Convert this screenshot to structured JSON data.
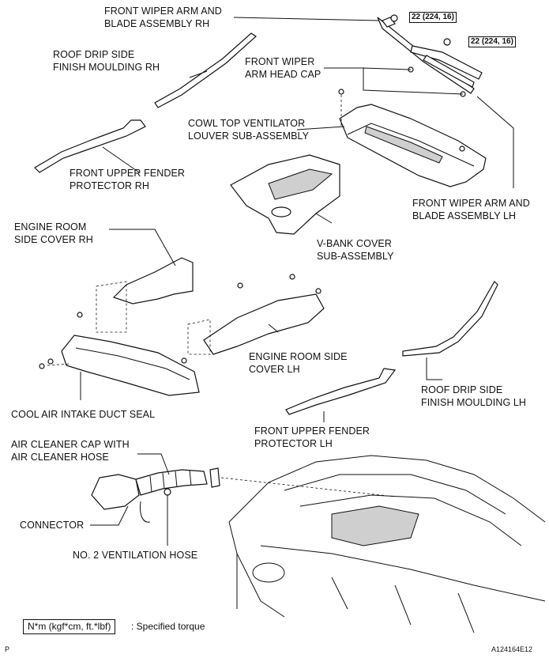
{
  "labels": {
    "wiper_rh": [
      "FRONT WIPER ARM AND",
      "BLADE ASSEMBLY RH"
    ],
    "roof_drip_rh": [
      "ROOF DRIP SIDE",
      "FINISH MOULDING RH"
    ],
    "head_cap": [
      "FRONT WIPER",
      "ARM HEAD CAP"
    ],
    "cowl_louver": [
      "COWL TOP VENTILATOR",
      "LOUVER SUB-ASSEMBLY"
    ],
    "fender_prot_rh": [
      "FRONT UPPER FENDER",
      "PROTECTOR RH"
    ],
    "wiper_lh": [
      "FRONT WIPER ARM AND",
      "BLADE ASSEMBLY LH"
    ],
    "engine_side_rh": [
      "ENGINE ROOM",
      "SIDE COVER RH"
    ],
    "vbank_cover": [
      "V-BANK COVER",
      "SUB-ASSEMBLY"
    ],
    "engine_side_lh": [
      "ENGINE ROOM SIDE",
      "COVER LH"
    ],
    "roof_drip_lh": [
      "ROOF DRIP SIDE",
      "FINISH MOULDING LH"
    ],
    "cool_air_seal": [
      "COOL AIR INTAKE DUCT SEAL"
    ],
    "fender_prot_lh": [
      "FRONT UPPER FENDER",
      "PROTECTOR LH"
    ],
    "air_cleaner_cap": [
      "AIR CLEANER CAP WITH",
      "AIR CLEANER HOSE"
    ],
    "connector": [
      "CONNECTOR"
    ],
    "vent_hose": [
      "NO. 2 VENTILATION HOSE"
    ]
  },
  "torques": [
    "22 (224, 16)",
    "22 (224, 16)"
  ],
  "legend": {
    "box": "N*m (kgf*cm, ft.*lbf)",
    "text": ": Specified torque"
  },
  "figure_code": "A124164E12",
  "page_marker": "P"
}
